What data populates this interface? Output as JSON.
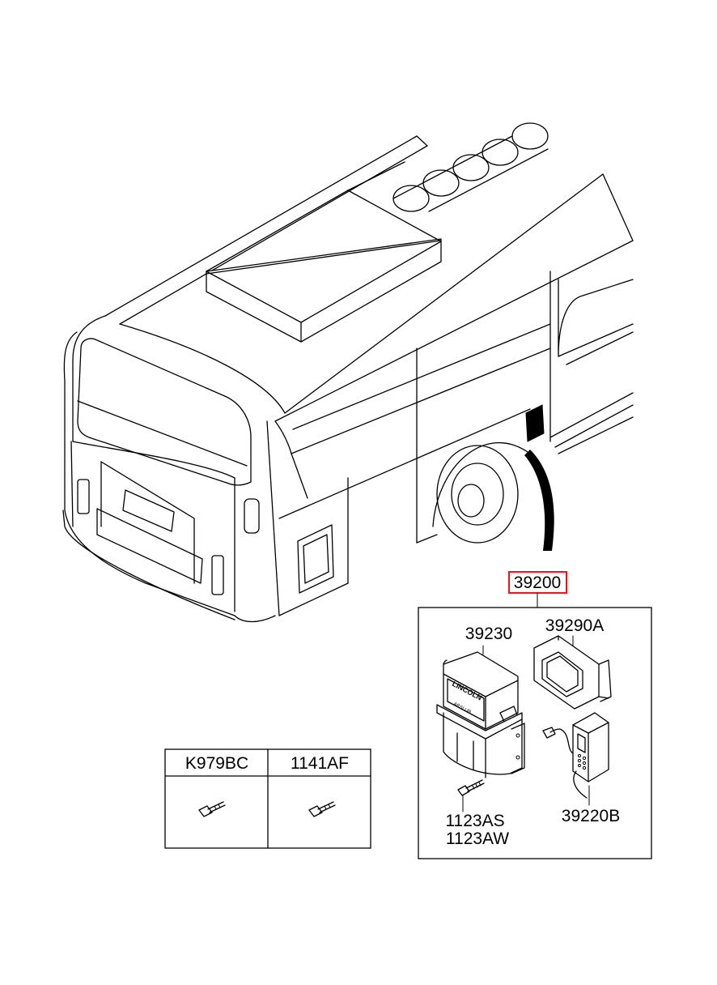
{
  "callouts": {
    "assembly": "39200",
    "controller": "39230",
    "bracket": "39290A",
    "bolts_line1": "1123AS",
    "bolts_line2": "1123AW",
    "remote": "39220B"
  },
  "controller_text": {
    "brand": "LINCOLN",
    "sub": "ABSLUB"
  },
  "parts_table": {
    "col1": "K979BC",
    "col2": "1141AF"
  },
  "colors": {
    "line": "#000000",
    "highlight_box": "#e8141c",
    "background": "#ffffff"
  }
}
